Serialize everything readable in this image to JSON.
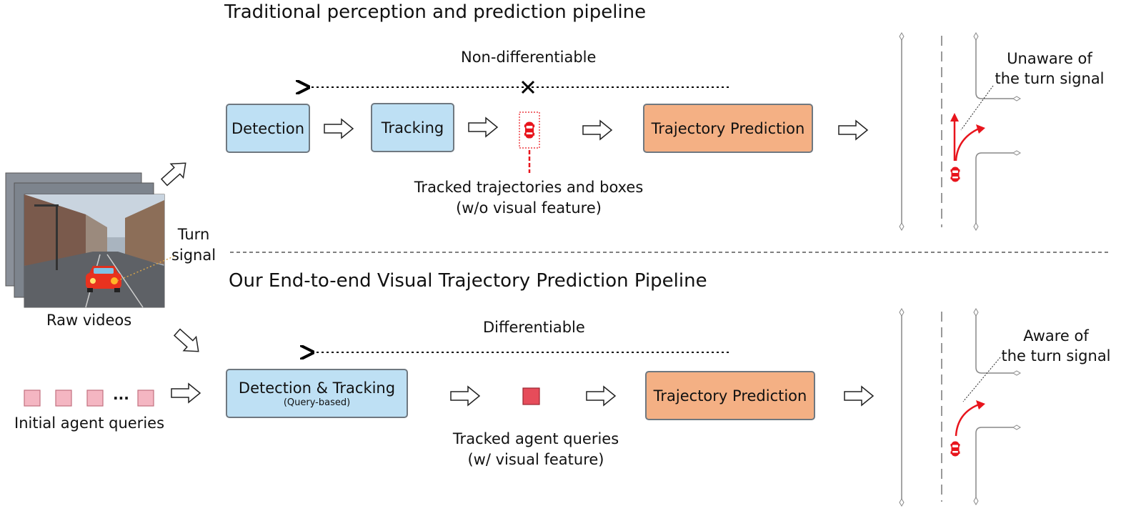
{
  "top_pipeline": {
    "title": "Traditional perception and prediction pipeline",
    "gradient_label": "Non-differentiable",
    "detection": "Detection",
    "tracking": "Tracking",
    "trajectory_prediction": "Trajectory Prediction",
    "tracked_label_line1": "Tracked trajectories and boxes",
    "tracked_label_line2": "(w/o visual feature)",
    "outcome_line1": "Unaware of",
    "outcome_line2": "the turn signal"
  },
  "bottom_pipeline": {
    "title": "Our End-to-end Visual Trajectory Prediction Pipeline",
    "gradient_label": "Differentiable",
    "detection_tracking": "Detection & Tracking",
    "detection_tracking_sub": "(Query-based)",
    "trajectory_prediction": "Trajectory Prediction",
    "tracked_label_line1": "Tracked agent queries",
    "tracked_label_line2": "(w/ visual feature)",
    "outcome_line1": "Aware of",
    "outcome_line2": "the turn signal",
    "queries_ellipsis": "...",
    "queries_label": "Initial agent queries"
  },
  "input": {
    "turn_signal_line1": "Turn",
    "turn_signal_line2": "signal",
    "raw_videos": "Raw videos"
  },
  "colors": {
    "module_blue": "#bee0f4",
    "module_orange": "#f4b084",
    "agent_red": "#e8141c",
    "query_pink": "#f4b6c2",
    "tracked_query_red": "#e64c5a"
  }
}
